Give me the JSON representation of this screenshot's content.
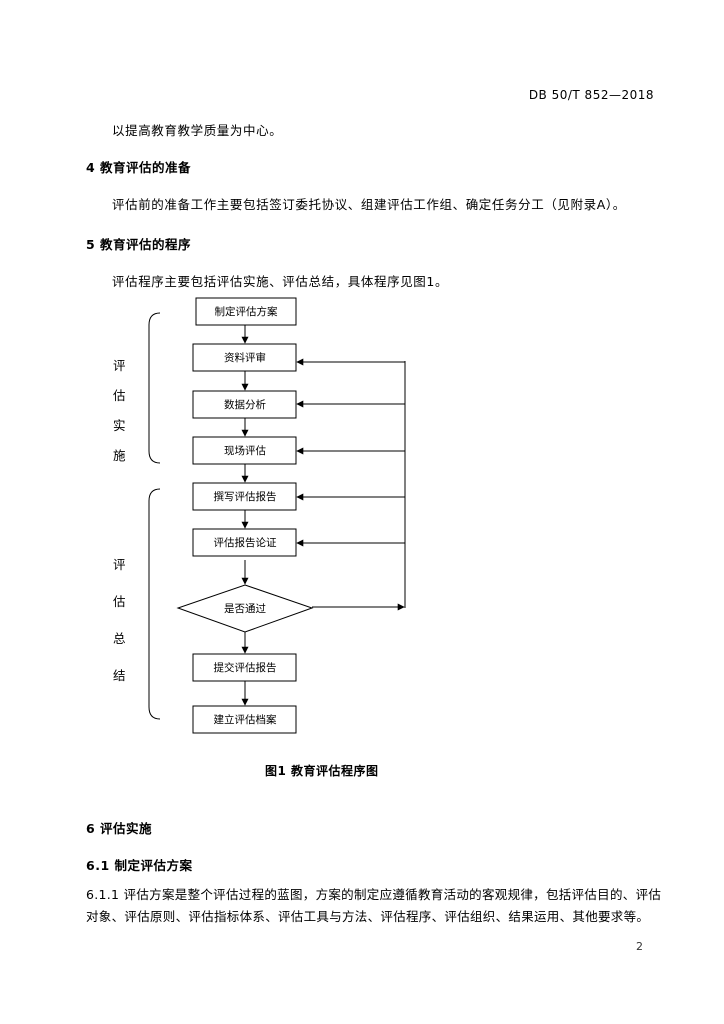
{
  "header": {
    "doc_id": "DB 50/T 852—2018"
  },
  "para_intro": "以提高教育教学质量为中心。",
  "sec4": {
    "title": "4 教育评估的准备",
    "body": "评估前的准备工作主要包括签订委托协议、组建评估工作组、确定任务分工（见附录A）。"
  },
  "sec5": {
    "title": "5 教育评估的程序",
    "body": "评估程序主要包括评估实施、评估总结，具体程序见图1。"
  },
  "flow": {
    "steps": [
      "制定评估方案",
      "资料评审",
      "数据分析",
      "现场评估",
      "撰写评估报告",
      "评估报告论证",
      "是否通过",
      "提交评估报告",
      "建立评估档案"
    ],
    "group1_chars": [
      "评",
      "估",
      "实",
      "施"
    ],
    "group2_chars": [
      "评",
      "估",
      "总",
      "结"
    ]
  },
  "figure_caption": "图1 教育评估程序图",
  "sec6": {
    "title": "6 评估实施"
  },
  "sec61": {
    "title": "6.1 制定评估方案"
  },
  "p611": {
    "line1": "6.1.1 评估方案是整个评估过程的蓝图，方案的制定应遵循教育活动的客观规律，包括评估目的、评估",
    "line2": "对象、评估原则、评估指标体系、评估工具与方法、评估程序、评估组织、结果运用、其他要求等。"
  },
  "page_number": "2"
}
